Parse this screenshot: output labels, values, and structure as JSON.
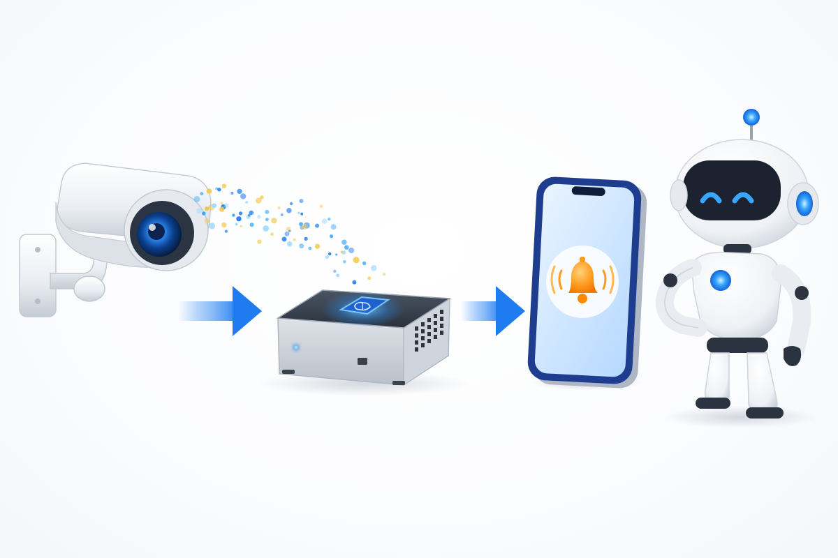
{
  "diagram": {
    "nodes": [
      {
        "id": "camera",
        "icon": "security-camera-icon"
      },
      {
        "id": "edge_device",
        "icon": "ai-chip-brain-icon"
      },
      {
        "id": "smartphone",
        "icon": "notification-bell-icon"
      },
      {
        "id": "robot",
        "icon": "robot-assistant-icon"
      }
    ],
    "edges": [
      {
        "from": "camera",
        "to": "edge_device",
        "icon": "arrow-right-icon"
      },
      {
        "from": "edge_device",
        "to": "smartphone",
        "icon": "arrow-right-icon"
      }
    ],
    "colors": {
      "accent_blue": "#1f7bf0",
      "glow_blue": "#37a8ff",
      "bell_orange": "#ff9a1f",
      "particle_yellow": "#f2c94c",
      "device_silver": "#d9dde3",
      "robot_dark": "#1c2230"
    }
  }
}
